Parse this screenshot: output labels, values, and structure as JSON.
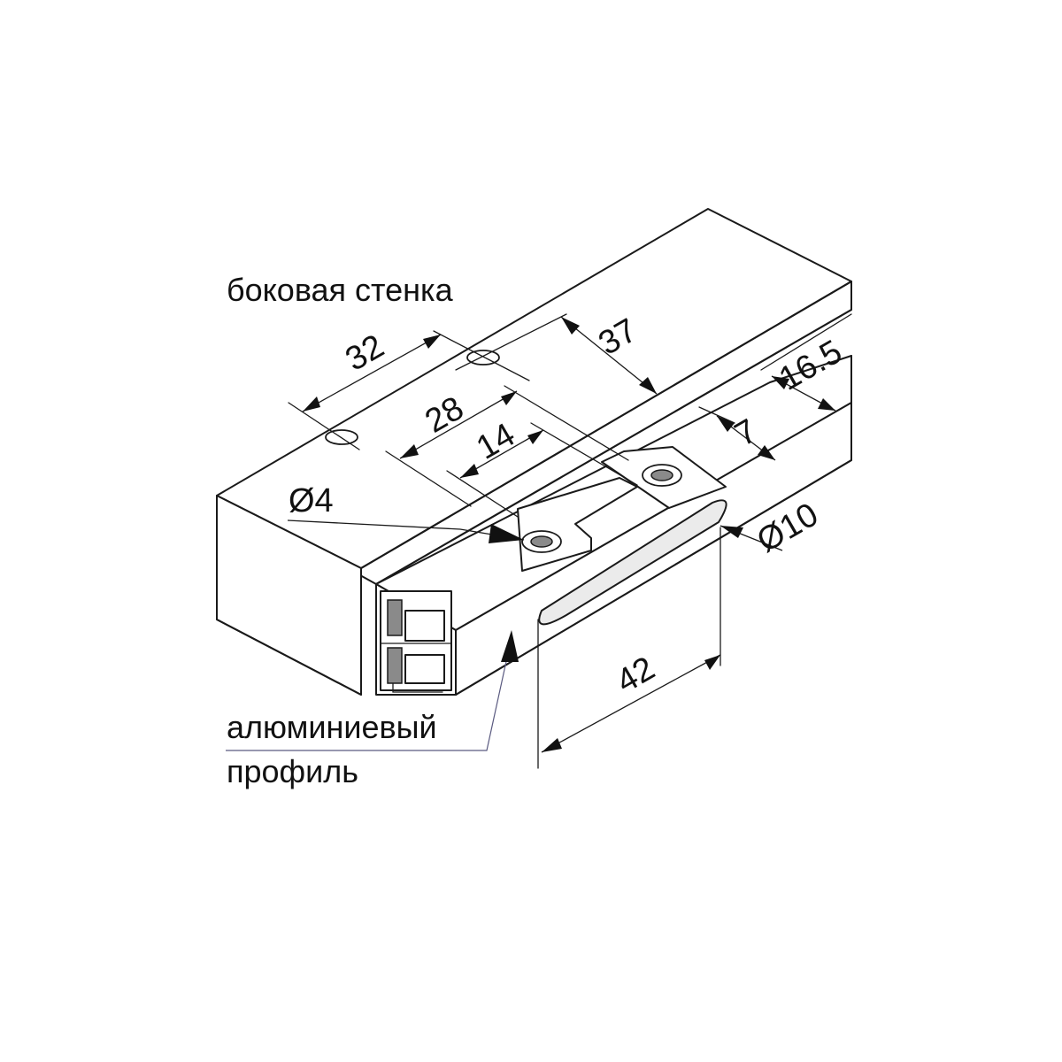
{
  "labels": {
    "side_wall": "боковая стенка",
    "profile_line1": "алюминиевый",
    "profile_line2": "профиль"
  },
  "dimensions": {
    "d32": "32",
    "d37": "37",
    "d28": "28",
    "d16_5": "16.5",
    "d14": "14",
    "d7": "7",
    "hole4": "Ø4",
    "hole10": "Ø10",
    "d42": "42"
  }
}
